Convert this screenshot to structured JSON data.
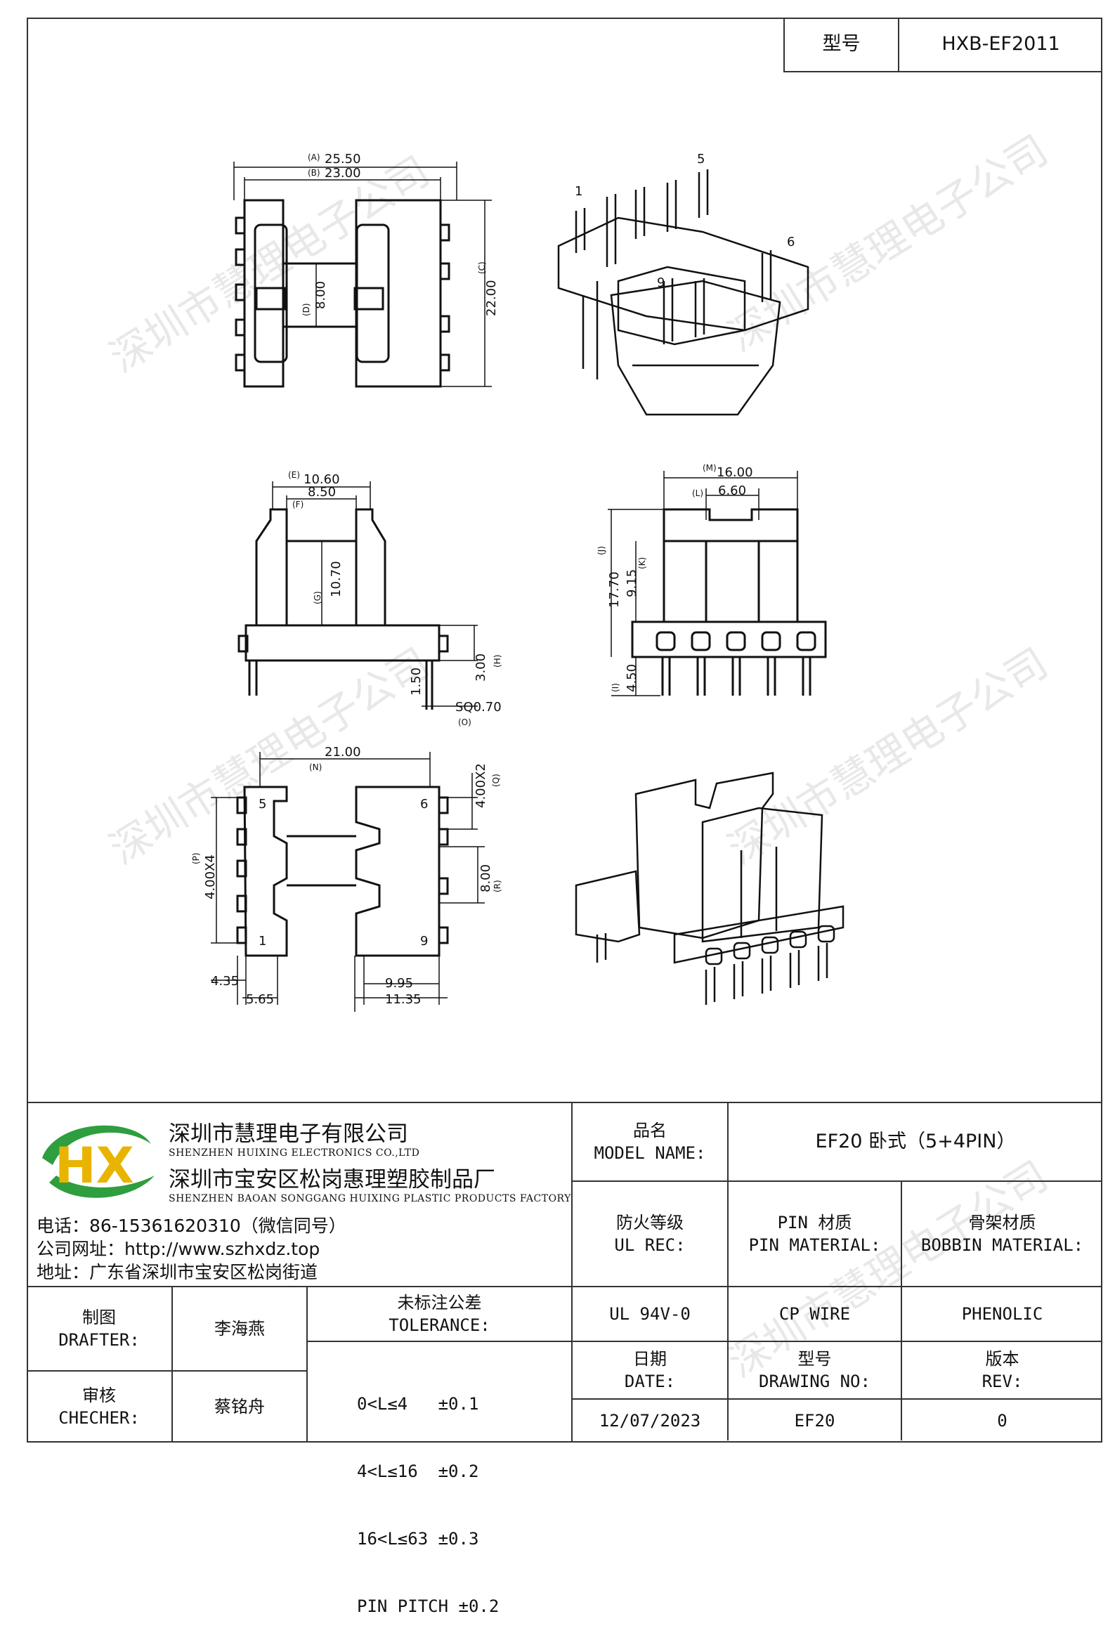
{
  "header": {
    "model_label": "型号",
    "model_value": "HXB-EF2011"
  },
  "watermark": "深圳市慧理电子公司",
  "drawing": {
    "top_view": {
      "dims": [
        "25.50",
        "23.00",
        "8.00",
        "22.00"
      ],
      "tags": [
        "(A)",
        "(B)",
        "(D)",
        "(C)"
      ]
    },
    "side_view": {
      "dims": [
        "10.60",
        "8.50",
        "10.70",
        "1.50",
        "3.00",
        "SQ0.70"
      ],
      "tags": [
        "(E)",
        "(F)",
        "(G)",
        "(H)",
        "(O)"
      ]
    },
    "front_view": {
      "dims": [
        "16.00",
        "6.60",
        "17.70",
        "9.15",
        "4.50"
      ],
      "tags": [
        "(M)",
        "(L)",
        "(J)",
        "(K)",
        "(I)"
      ]
    },
    "bottom_view": {
      "dims": [
        "21.00",
        "4.00X2",
        "4.00X4",
        "8.00",
        "4.35",
        "5.65",
        "9.95",
        "11.35"
      ],
      "tags": [
        "(N)",
        "(Q)",
        "(P)",
        "(R)"
      ],
      "pins": [
        "5",
        "6",
        "1",
        "9"
      ]
    },
    "iso_pins": [
      "1",
      "5",
      "6",
      "9"
    ]
  },
  "company": {
    "logo_text": "HX",
    "name_cn": "深圳市慧理电子有限公司",
    "name_en": "SHENZHEN HUIXING ELECTRONICS CO.,LTD",
    "factory_cn": "深圳市宝安区松岗惠理塑胶制品厂",
    "factory_en": "SHENZHEN BAOAN SONGGANG HUIXING PLASTIC PRODUCTS FACTORY",
    "phone": "电话：86-15361620310（微信同号）",
    "website": "公司网址：http://www.szhxdz.top",
    "address": "地址：广东省深圳市宝安区松岗街道"
  },
  "title_block": {
    "model_name_label_cn": "品名",
    "model_name_label_en": "MODEL NAME:",
    "model_name_value": "EF20 卧式（5+4PIN）",
    "fire_label_cn": "防火等级",
    "fire_label_en": "UL REC:",
    "pin_label_cn": "PIN 材质",
    "pin_label_en": "PIN MATERIAL:",
    "bobbin_label_cn": "骨架材质",
    "bobbin_label_en": "BOBBIN MATERIAL:",
    "fire_value": "UL 94V-0",
    "pin_value": "CP WIRE",
    "bobbin_value": "PHENOLIC",
    "drafter_cn": "制图",
    "drafter_en": "DRAFTER:",
    "drafter_name": "李海燕",
    "checker_cn": "审核",
    "checker_en": "CHECHER:",
    "checker_name": "蔡铭舟",
    "tolerance_cn": "未标注公差",
    "tolerance_en": "TOLERANCE:",
    "tolerance_lines": [
      "0<L≤4   ±0.1",
      "4<L≤16  ±0.2",
      "16<L≤63 ±0.3",
      "PIN PITCH ±0.2"
    ],
    "date_cn": "日期",
    "date_en": "DATE:",
    "drawing_no_cn": "型号",
    "drawing_no_en": "DRAWING NO:",
    "rev_cn": "版本",
    "rev_en": "REV:",
    "date_value": "12/07/2023",
    "drawing_no_value": "EF20",
    "rev_value": "0"
  }
}
